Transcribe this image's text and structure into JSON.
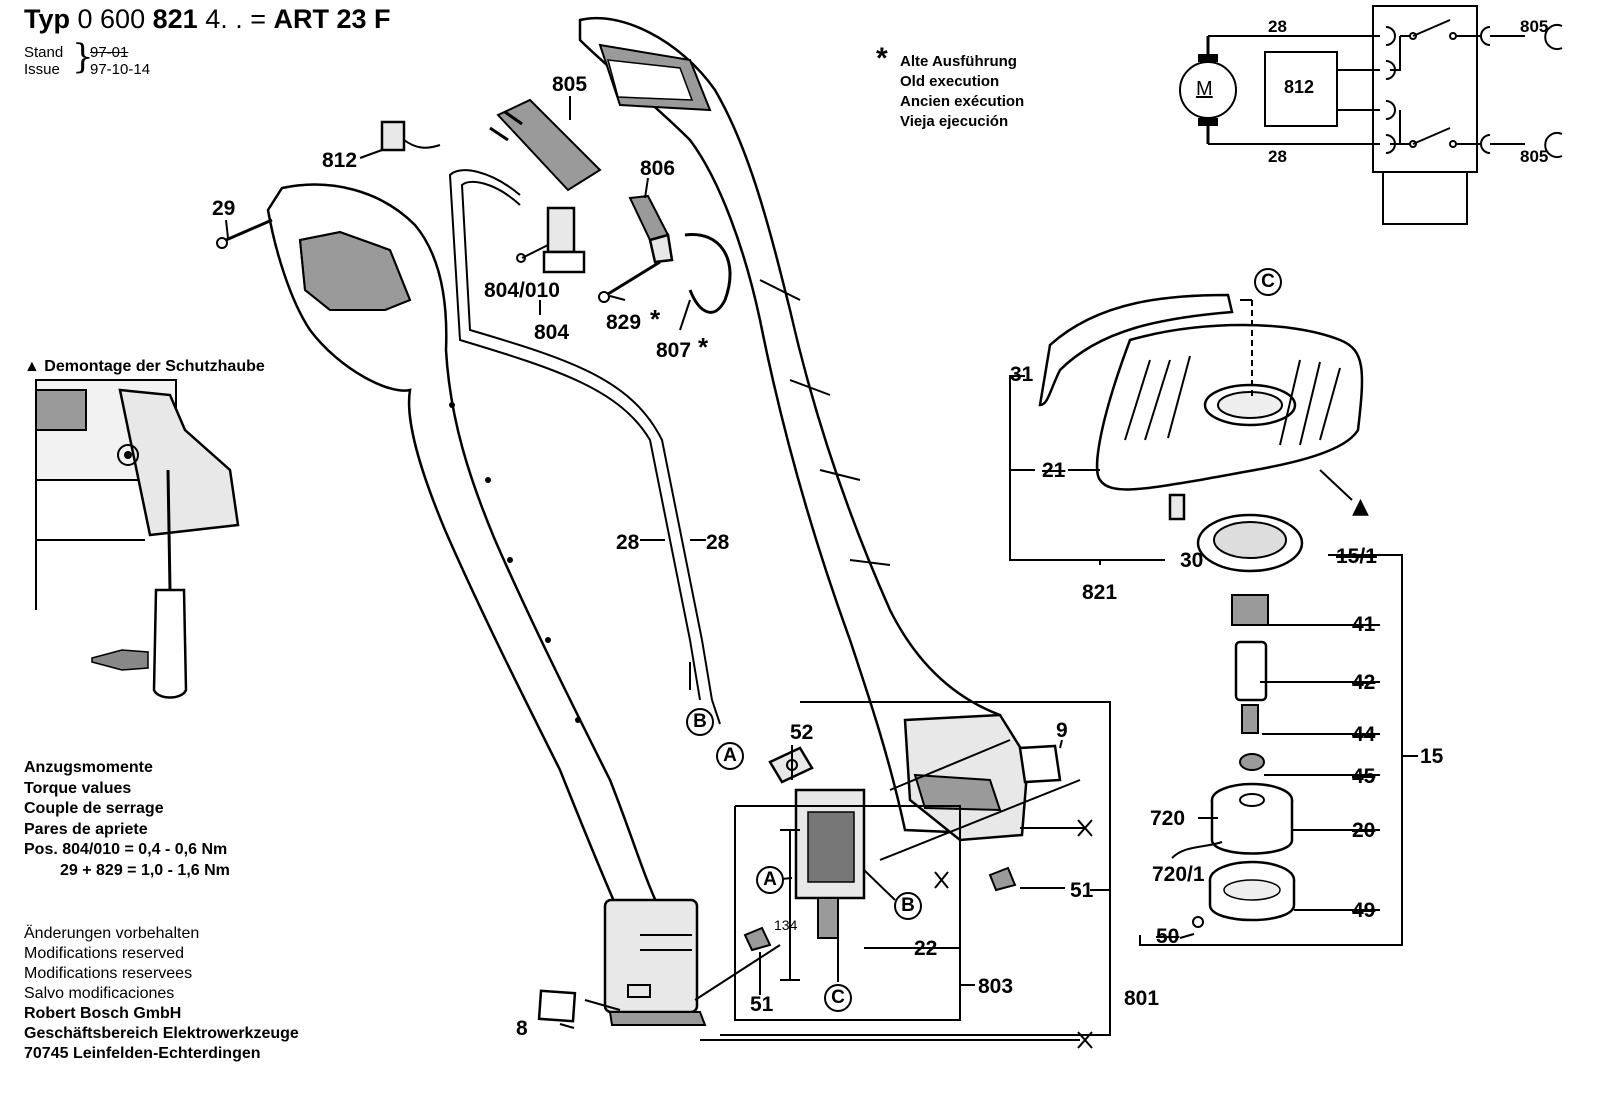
{
  "header": {
    "prefix": "Typ",
    "number_light": "0 600",
    "number_bold": "821",
    "suffix": "4. . =",
    "model": "ART 23 F",
    "stand_label": "Stand",
    "issue_label": "Issue",
    "stand_value": "97-01",
    "issue_value": "97-10-14"
  },
  "legend": {
    "star": "*",
    "lines": [
      "Alte Ausführung",
      "Old execution",
      "Ancien exécution",
      "Vieja ejecución"
    ]
  },
  "demontage": {
    "marker": "▲",
    "title": "Demontage der Schutzhaube"
  },
  "torque": {
    "lines": [
      "Anzugsmomente",
      "Torque values",
      "Couple de serrage",
      "Pares de apriete"
    ],
    "row1": "Pos. 804/010 = 0,4 - 0,6 Nm",
    "row2": "29 + 829 = 1,0 - 1,6 Nm"
  },
  "footer": {
    "plain": [
      "Änderungen vorbehalten",
      "Modifications reserved",
      "Modifications reservees",
      "Salvo modificaciones"
    ],
    "bold": [
      "Robert Bosch GmbH",
      "Geschäftsbereich Elektrowerkzeuge",
      "70745 Leinfelden-Echterdingen"
    ]
  },
  "schematic": {
    "motor": "M",
    "box": "812",
    "top_left": "28",
    "bottom_left": "28",
    "top_right": "805",
    "bottom_right": "805"
  },
  "parts": {
    "p805": "805",
    "p812": "812",
    "p806": "806",
    "p29": "29",
    "p804_010": "804/010",
    "p804": "804",
    "p829": "829",
    "p807": "807",
    "p28a": "28",
    "p28b": "28",
    "p31": "31",
    "p21": "21",
    "p30": "30",
    "p821": "821",
    "p15_1": "15/1",
    "p41": "41",
    "p42": "42",
    "p44": "44",
    "p45": "45",
    "p15": "15",
    "p20": "20",
    "p720": "720",
    "p720_1": "720/1",
    "p49": "49",
    "p50": "50",
    "p52": "52",
    "p9": "9",
    "p51a": "51",
    "p51b": "51",
    "p22": "22",
    "p803": "803",
    "p801": "801",
    "p8": "8",
    "dim134": "134"
  },
  "callouts": {
    "A": "A",
    "B": "B",
    "C": "C"
  },
  "marks": {
    "star": "*",
    "triangle": "▲"
  }
}
